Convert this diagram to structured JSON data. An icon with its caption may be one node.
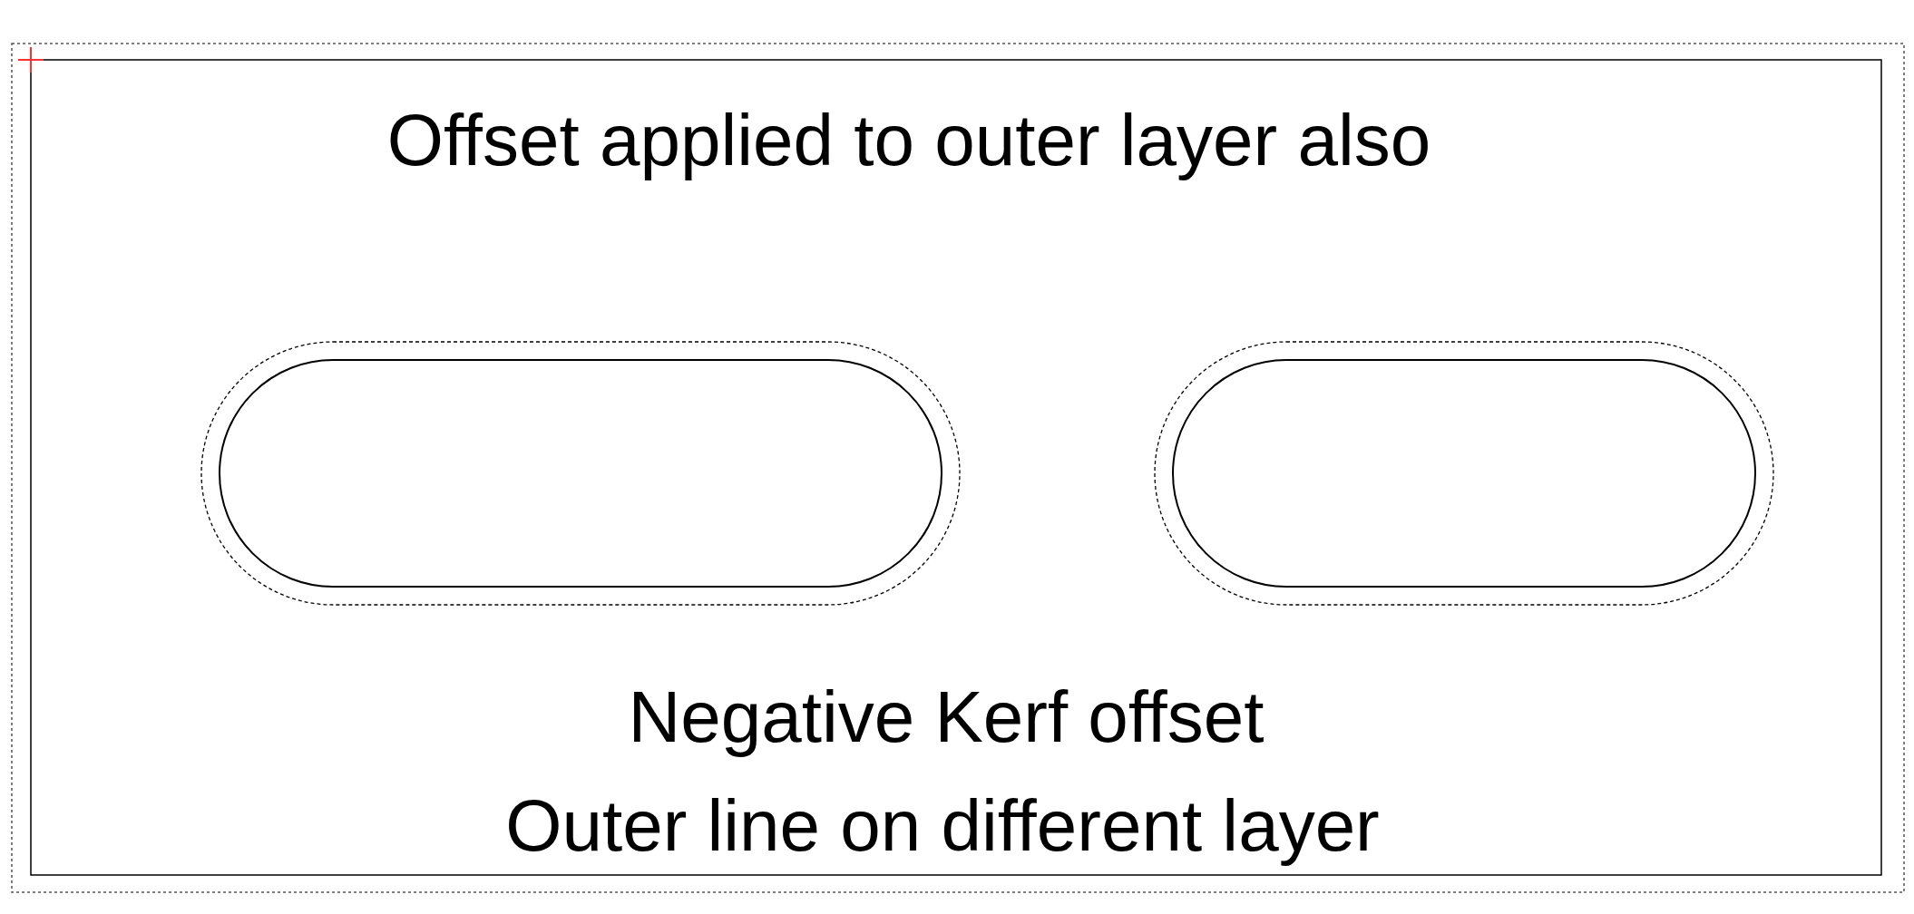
{
  "diagram": {
    "labels": [
      "Offset applied to outer layer also",
      "Negative Kerf offset",
      "Outer line on different layer"
    ]
  }
}
